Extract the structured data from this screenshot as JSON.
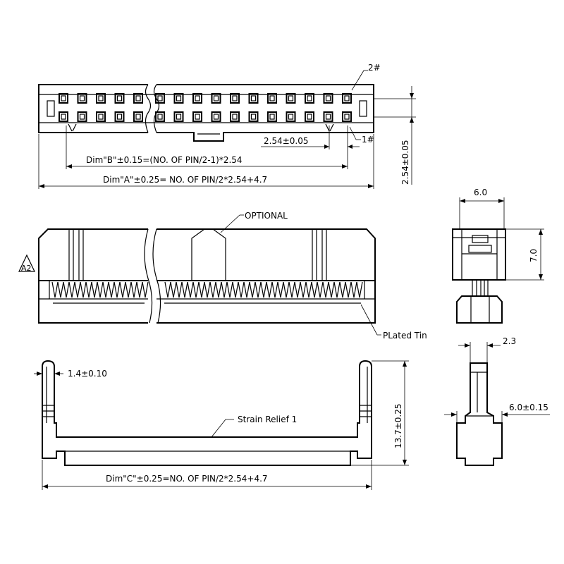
{
  "labels": {
    "pin2": "2#",
    "pin1": "1#",
    "pitch": "2.54±0.05",
    "dim_b": "Dim\"B\"±0.15=(NO. OF PIN/2-1)*2.54",
    "dim_a": "Dim\"A\"±0.25= NO. OF PIN/2*2.54+4.7",
    "row_pitch": "2.54±0.05",
    "optional": "OPTIONAL",
    "triangle": "A2",
    "plated_tin": "PLated Tin",
    "width_top": "6.0",
    "height_side": "7.0",
    "strain_relief": "Strain Relief 1",
    "thickness": "1.4±0.10",
    "height_total": "13.7±0.25",
    "dim_c": "Dim\"C\"±0.25=NO. OF PIN/2*2.54+4.7",
    "width_small": "2.3",
    "width_body": "6.0±0.15"
  }
}
